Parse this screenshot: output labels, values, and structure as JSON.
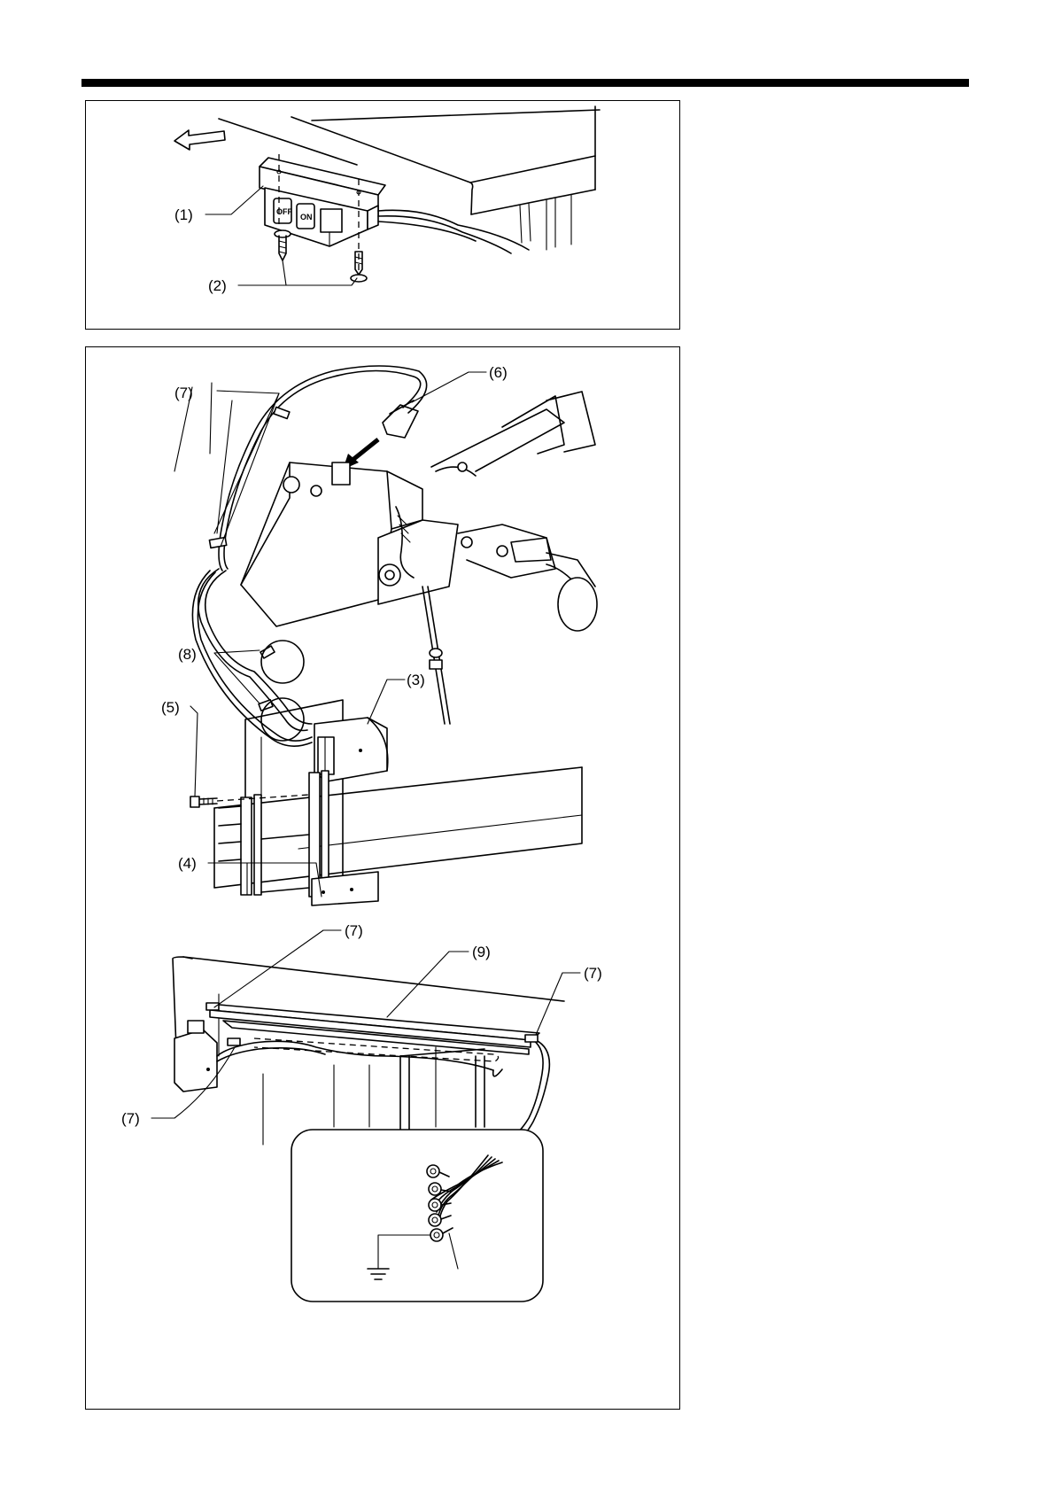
{
  "callouts": {
    "c1": "(1)",
    "c2": "(2)",
    "c3": "(3)",
    "c4": "(4)",
    "c5": "(5)",
    "c6": "(6)",
    "c7a": "(7)",
    "c7b": "(7)",
    "c7c": "(7)",
    "c7d": "(7)",
    "c8": "(8)",
    "c9": "(9)"
  },
  "switch_labels": {
    "off": "OFF",
    "on": "ON"
  },
  "icons": {
    "direction_arrow": "hollow-arrow-icon",
    "insert_arrow": "solid-arrow-icon",
    "ground": "ground-symbol-icon"
  }
}
